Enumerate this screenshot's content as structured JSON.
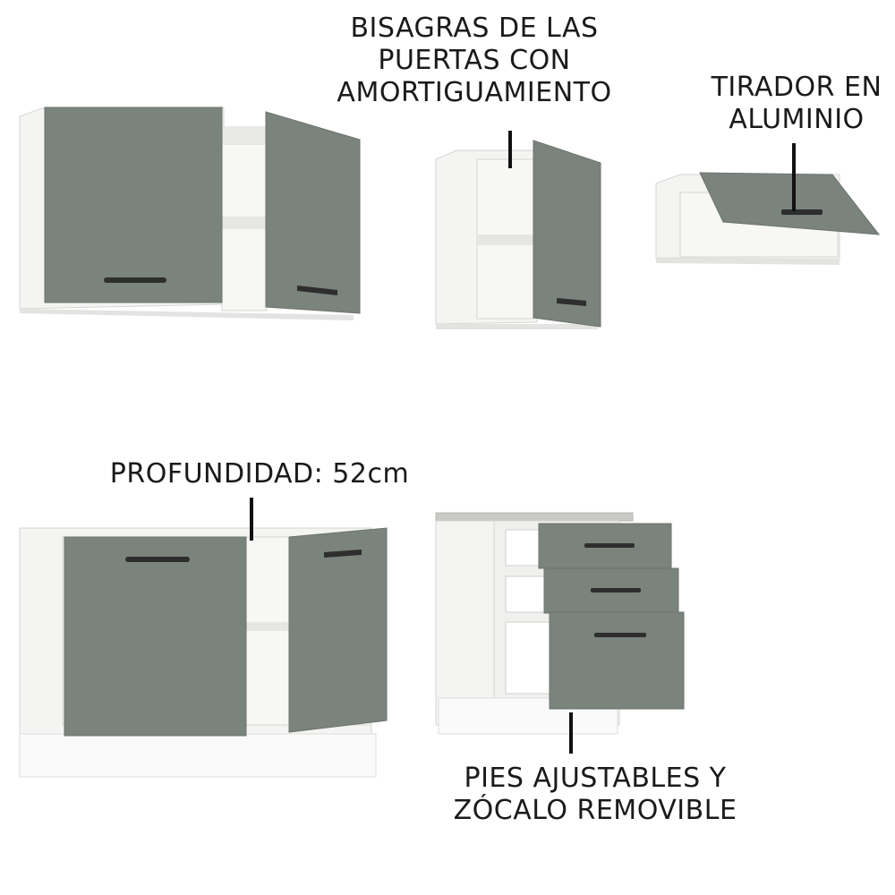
{
  "colors": {
    "door_gray": "#7b837d",
    "door_gray_dark": "#6c736e",
    "carcass_white": "#f4f4f2",
    "carcass_shade": "#dcdcda",
    "handle": "#2e2e2e",
    "countertop": "#c9c9c6",
    "text": "#1a1a1a"
  },
  "callouts": {
    "hinges": {
      "line1": "BISAGRAS DE LAS",
      "line2": "PUERTAS CON",
      "line3": "AMORTIGUAMIENTO"
    },
    "handle": {
      "line1": "TIRADOR EN",
      "line2": "ALUMINIO"
    },
    "depth": {
      "line1": "PROFUNDIDAD: 52cm"
    },
    "feet": {
      "line1": "PIES AJUSTABLES Y",
      "line2": "ZÓCALO REMOVIBLE"
    }
  },
  "products": [
    {
      "icon": "wall-cabinet-two-doors-icon"
    },
    {
      "icon": "wall-cabinet-single-door-icon"
    },
    {
      "icon": "wall-cabinet-flip-up-icon"
    },
    {
      "icon": "base-cabinet-two-doors-icon"
    },
    {
      "icon": "base-cabinet-drawers-icon"
    }
  ]
}
